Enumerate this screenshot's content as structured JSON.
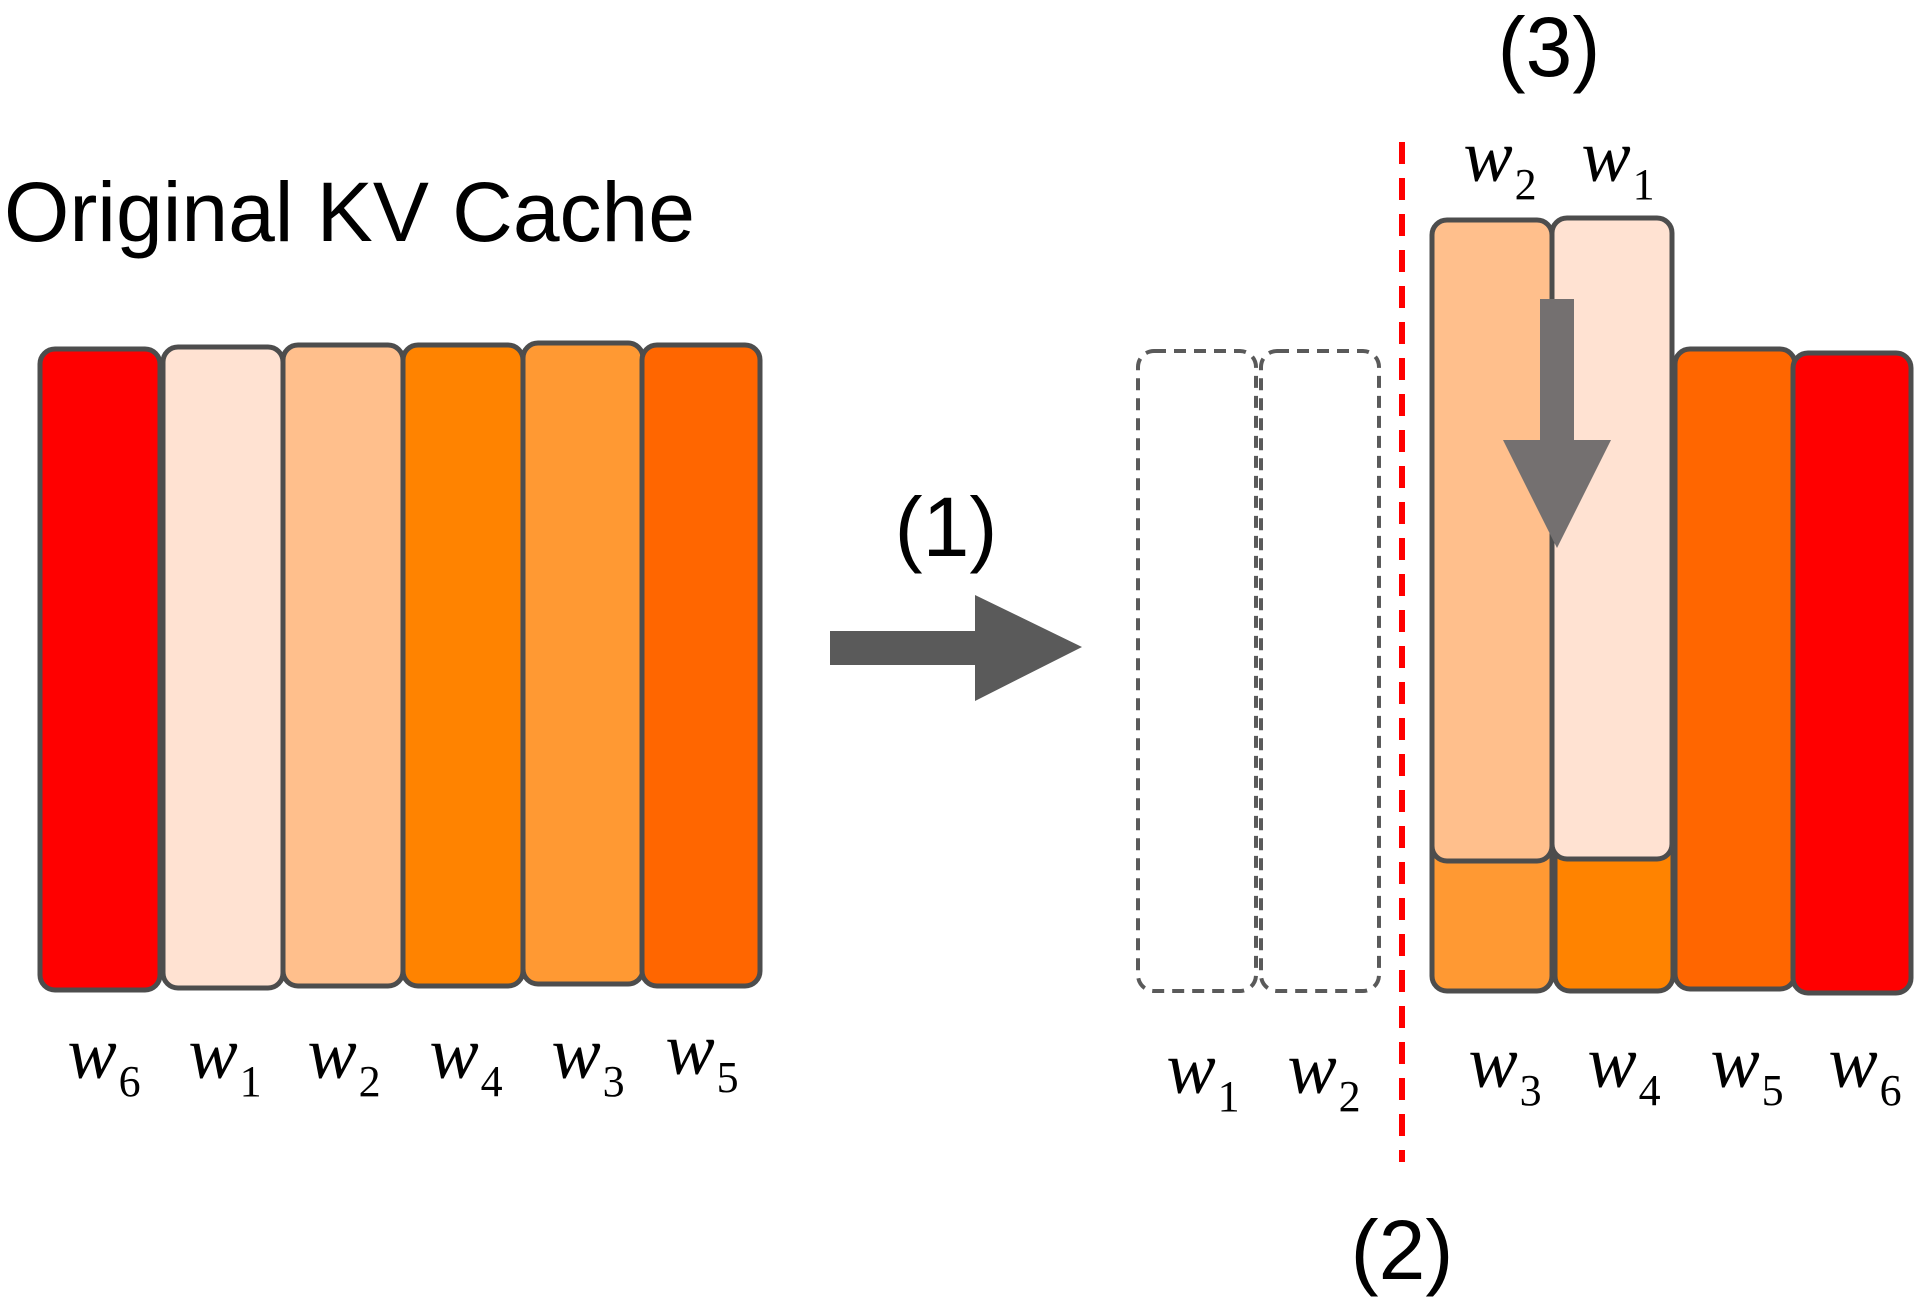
{
  "title": "Original KV Cache",
  "colors": {
    "stroke": "#4d4d4d",
    "arrow": "#5a5a5a",
    "inner_arrow": "#747070",
    "divider": "#ff0000",
    "w1": "#ffe2d2",
    "w2": "#ffbf8c",
    "w3": "#ff9933",
    "w4": "#ff8300",
    "w5": "#ff6600",
    "w6": "#ff0000"
  },
  "steps": {
    "one": "(1)",
    "two": "(2)",
    "three": "(3)"
  },
  "original_labels": [
    {
      "letter": "w",
      "sub": "6"
    },
    {
      "letter": "w",
      "sub": "1"
    },
    {
      "letter": "w",
      "sub": "2"
    },
    {
      "letter": "w",
      "sub": "4"
    },
    {
      "letter": "w",
      "sub": "3"
    },
    {
      "letter": "w",
      "sub": "5"
    }
  ],
  "evicted_labels": [
    {
      "letter": "w",
      "sub": "1"
    },
    {
      "letter": "w",
      "sub": "2"
    }
  ],
  "kept_labels": [
    {
      "letter": "w",
      "sub": "3"
    },
    {
      "letter": "w",
      "sub": "4"
    },
    {
      "letter": "w",
      "sub": "5"
    },
    {
      "letter": "w",
      "sub": "6"
    }
  ],
  "merged_labels": [
    {
      "letter": "w",
      "sub": "2"
    },
    {
      "letter": "w",
      "sub": "1"
    }
  ]
}
